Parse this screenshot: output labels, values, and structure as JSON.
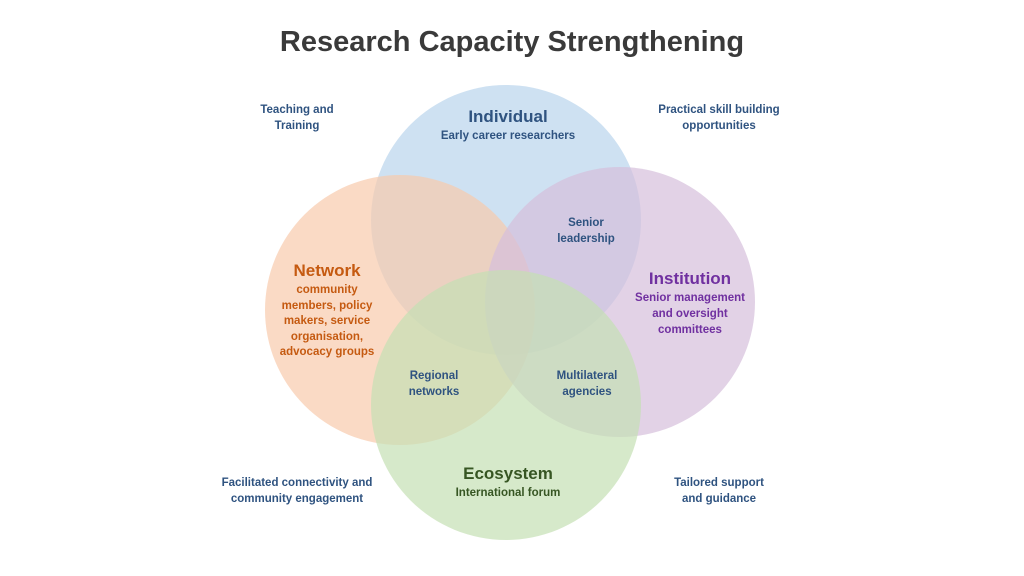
{
  "title": "Research Capacity Strengthening",
  "colors": {
    "individual": "#bdd7ee",
    "network": "#f8cbad",
    "institution": "#d5bfdc",
    "ecosystem": "#c5e0b4",
    "text_blue": "#2f5380",
    "text_orange": "#c55a11",
    "text_purple": "#7030a0",
    "text_green": "#375623"
  },
  "circles": {
    "individual": {
      "heading": "Individual",
      "sub": "Early career researchers"
    },
    "network": {
      "heading": "Network",
      "sub": "community\nmembers, policy\nmakers, service\norganisation,\nadvocacy groups"
    },
    "institution": {
      "heading": "Institution",
      "sub": "Senior management\nand oversight\ncommittees"
    },
    "ecosystem": {
      "heading": "Ecosystem",
      "sub": "International forum"
    }
  },
  "overlaps": {
    "individual_institution": "Senior\nleadership",
    "network_ecosystem": "Regional\nnetworks",
    "institution_ecosystem": "Multilateral\nagencies"
  },
  "corners": {
    "top_left": "Teaching and\nTraining",
    "top_right": "Practical skill building\nopportunities",
    "bottom_left": "Facilitated connectivity and\ncommunity engagement",
    "bottom_right": "Tailored support\nand guidance"
  }
}
